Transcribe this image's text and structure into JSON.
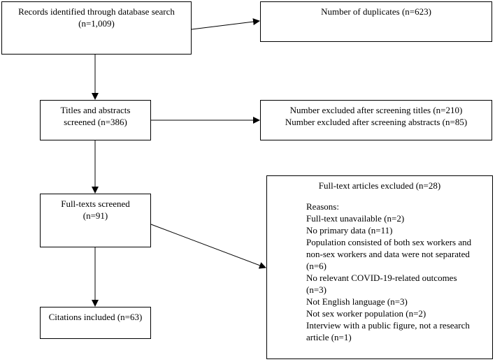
{
  "records": {
    "line1": "Records identified through database search",
    "line2": "(n=1,009)"
  },
  "duplicates": {
    "line1": "Number of duplicates (n=623)"
  },
  "titles_abstracts": {
    "line1": "Titles and abstracts",
    "line2": "screened (n=386)"
  },
  "excluded_screening": {
    "line1": "Number excluded after screening titles (n=210)",
    "line2": "Number excluded after screening abstracts (n=85)"
  },
  "fulltexts": {
    "line1": "Full-texts screened",
    "line2": "(n=91)"
  },
  "included": {
    "line1": "Citations included (n=63)"
  },
  "excluded_fulltext": {
    "title": "Full-text articles excluded (n=28)",
    "reasons_heading": "Reasons:",
    "reasons": [
      "Full-text unavailable (n=2)",
      "No primary data (n=11)",
      "Population consisted of both sex workers and",
      "non-sex workers and data were not separated",
      "(n=6)",
      "No relevant COVID-19-related outcomes",
      "(n=3)",
      "Not English language (n=3)",
      "Not sex worker population (n=2)",
      "Interview with a public figure, not a research",
      "article (n=1)"
    ]
  }
}
